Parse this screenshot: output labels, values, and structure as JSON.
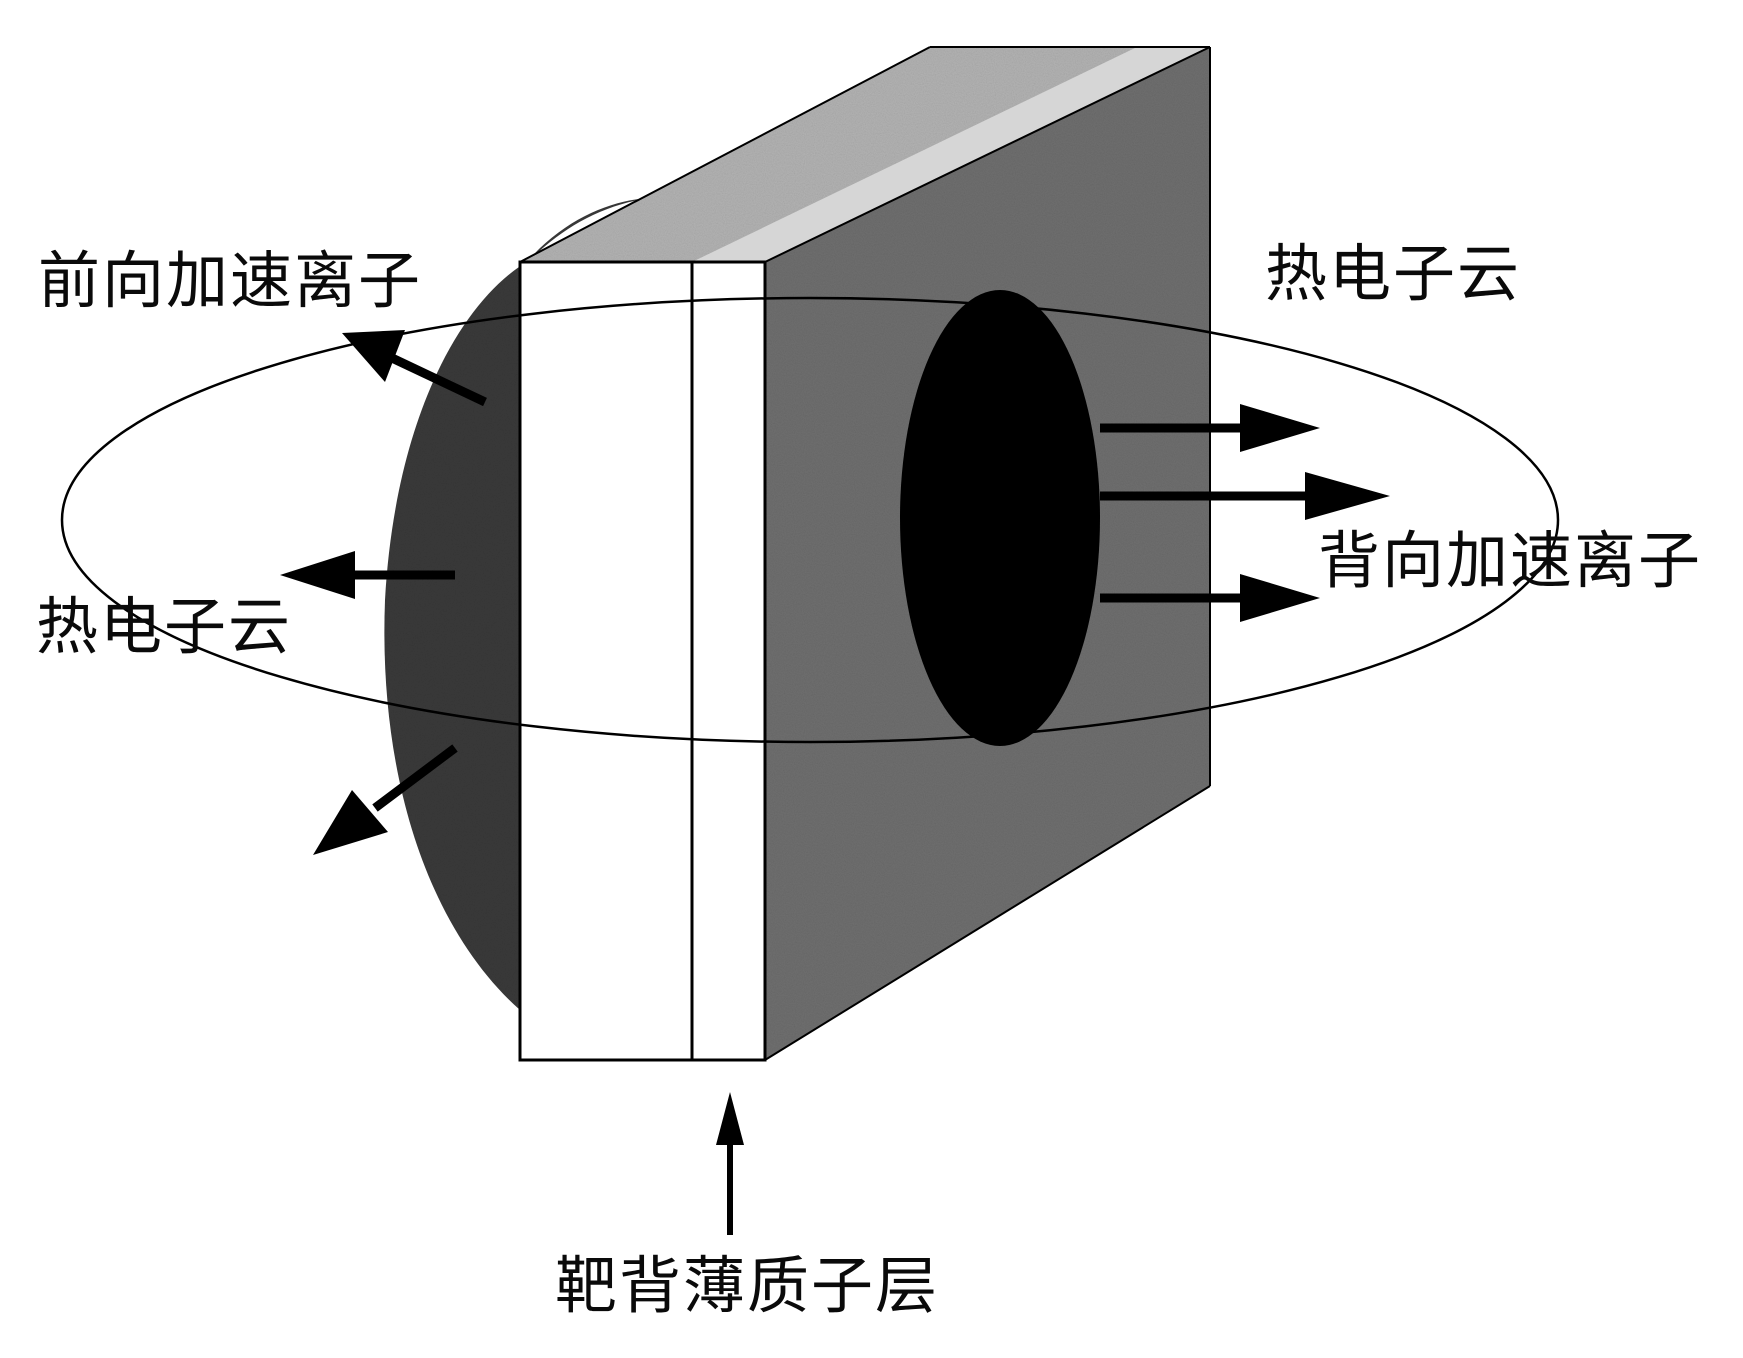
{
  "labels": {
    "front_accelerated_ions": "前向加速离子",
    "hot_electron_cloud_left": "热电子云",
    "hot_electron_cloud_right": "热电子云",
    "rear_accelerated_ions": "背向加速离子",
    "target_rear_proton_layer": "靶背薄质子层"
  },
  "colors": {
    "target_side_face": "#6f6f6f",
    "target_top_face": "#b3b3b3",
    "target_top_stripe": "#d6d6d6",
    "front_cloud": "#3a3a3a",
    "rear_cloud": "#000000",
    "front_face": "#ffffff",
    "arrow": "#000000"
  }
}
